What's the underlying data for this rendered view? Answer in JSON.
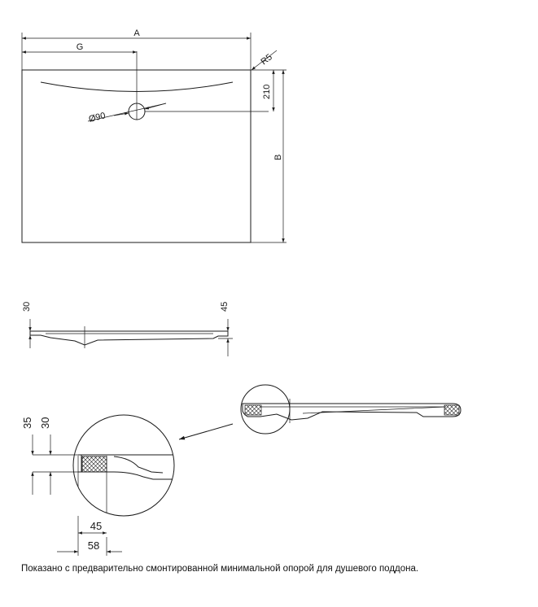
{
  "labels": {
    "width": "A",
    "drain_offset": "G",
    "corner_radius": "R5",
    "drain_distance": "210",
    "drain_diameter": "Ø90",
    "length": "B",
    "side_height_left": "30",
    "side_height_right": "45",
    "detail_height_outer": "35",
    "detail_height_inner": "30",
    "detail_width_inner": "45",
    "detail_width_outer": "58"
  },
  "caption": "Показано с предварительно смонтированной минимальной опорой для душевого поддона."
}
